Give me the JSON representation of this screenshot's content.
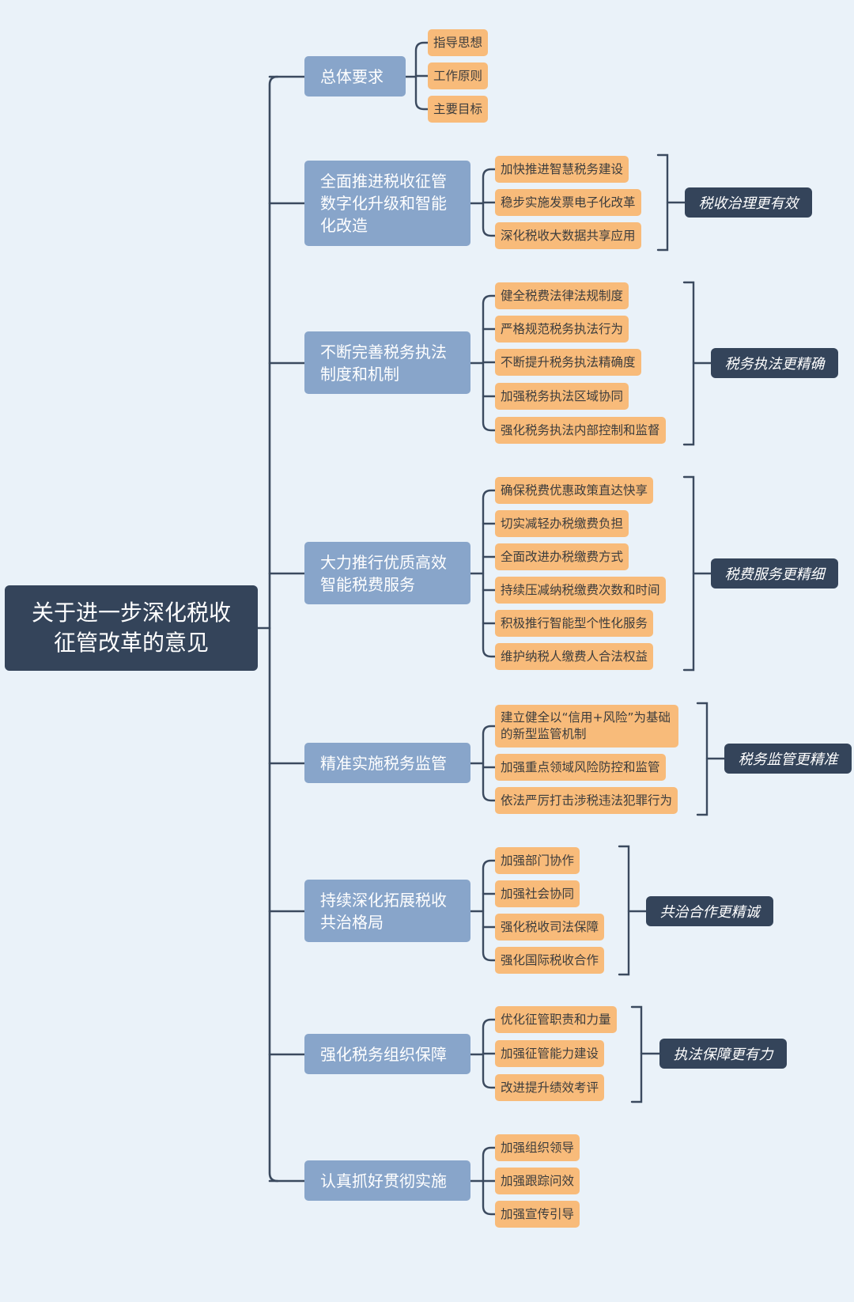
{
  "root": {
    "title": "关于进一步深化税收征管改革的意见"
  },
  "branches": [
    {
      "label": "总体要求",
      "items": [
        "指导思想",
        "工作原则",
        "主要目标"
      ]
    },
    {
      "label": "全面推进税收征管数字化升级和智能化改造",
      "items": [
        "加快推进智慧税务建设",
        "稳步实施发票电子化改革",
        "深化税收大数据共享应用"
      ],
      "summary": "税收治理更有效"
    },
    {
      "label": "不断完善税务执法制度和机制",
      "items": [
        "健全税费法律法规制度",
        "严格规范税务执法行为",
        "不断提升税务执法精确度",
        "加强税务执法区域协同",
        "强化税务执法内部控制和监督"
      ],
      "summary": "税务执法更精确"
    },
    {
      "label": "大力推行优质高效智能税费服务",
      "items": [
        "确保税费优惠政策直达快享",
        "切实减轻办税缴费负担",
        "全面改进办税缴费方式",
        "持续压减纳税缴费次数和时间",
        "积极推行智能型个性化服务",
        "维护纳税人缴费人合法权益"
      ],
      "summary": "税费服务更精细"
    },
    {
      "label": "精准实施税务监管",
      "items": [
        "建立健全以“信用+风险”为基础的新型监管机制",
        "加强重点领域风险防控和监管",
        "依法严厉打击涉税违法犯罪行为"
      ],
      "summary": "税务监管更精准"
    },
    {
      "label": "持续深化拓展税收共治格局",
      "items": [
        "加强部门协作",
        "加强社会协同",
        "强化税收司法保障",
        "强化国际税收合作"
      ],
      "summary": "共治合作更精诚"
    },
    {
      "label": "强化税务组织保障",
      "items": [
        "优化征管职责和力量",
        "加强征管能力建设",
        "改进提升绩效考评"
      ],
      "summary": "执法保障更有力"
    },
    {
      "label": "认真抓好贯彻实施",
      "items": [
        "加强组织领导",
        "加强跟踪问效",
        "加强宣传引导"
      ]
    }
  ]
}
